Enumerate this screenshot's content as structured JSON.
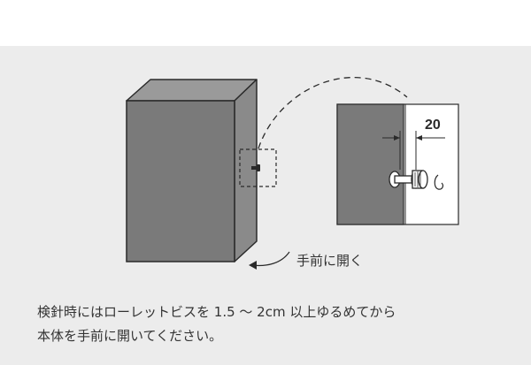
{
  "diagram": {
    "arrow_label": "手前に開く",
    "dimension_label": "20",
    "caption_lines": [
      "検針時にはローレットビスを 1.5 ～ 2cm 以上ゆるめてから",
      "本体を手前に開いてください。"
    ]
  },
  "colors": {
    "panel_bg": "#ececec",
    "box_front": "#7a7a7a",
    "box_top": "#9a9a9a",
    "box_side": "#8a8a8a",
    "outline": "#2a2a2a"
  }
}
